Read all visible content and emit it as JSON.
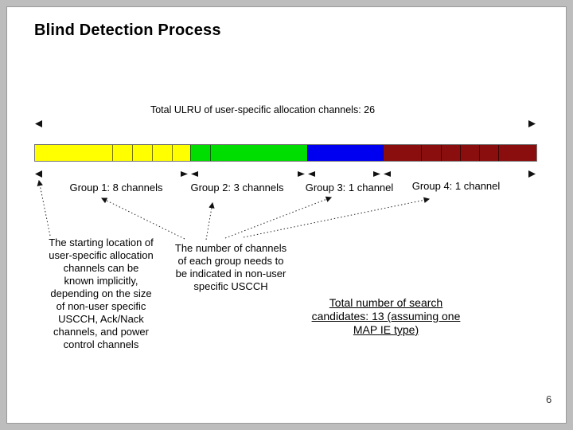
{
  "slide": {
    "title": "Blind Detection Process",
    "page_number": "6"
  },
  "diagram": {
    "total_label": "Total ULRU of user-specific allocation channels: 26",
    "bar": {
      "total_ulru": 26,
      "segments": [
        {
          "group": 1,
          "color": "#FFFF00",
          "width": 97
        },
        {
          "group": 1,
          "color": "#FFFF00",
          "width": 25
        },
        {
          "group": 1,
          "color": "#FFFF00",
          "width": 25
        },
        {
          "group": 1,
          "color": "#FFFF00",
          "width": 25
        },
        {
          "group": 1,
          "color": "#FFFF00",
          "width": 23
        },
        {
          "group": 2,
          "color": "#00DD00",
          "width": 25
        },
        {
          "group": 2,
          "color": "#00DD00",
          "width": 122
        },
        {
          "group": 3,
          "color": "#0000F0",
          "width": 95
        },
        {
          "group": 4,
          "color": "#8B0E0E",
          "width": 48
        },
        {
          "group": 4,
          "color": "#8B0E0E",
          "width": 25
        },
        {
          "group": 4,
          "color": "#8B0E0E",
          "width": 24
        },
        {
          "group": 4,
          "color": "#8B0E0E",
          "width": 24
        },
        {
          "group": 4,
          "color": "#8B0E0E",
          "width": 24
        },
        {
          "group": 4,
          "color": "#8B0E0E",
          "width": 48
        }
      ]
    },
    "groups": [
      {
        "label": "Group 1: 8 channels",
        "channels": 8,
        "color": "#FFFF00"
      },
      {
        "label": "Group 2: 3 channels",
        "channels": 3,
        "color": "#00DD00"
      },
      {
        "label": "Group 3: 1 channel",
        "channels": 1,
        "color": "#0000F0"
      },
      {
        "label": "Group 4: 1 channel",
        "channels": 1,
        "color": "#8B0E0E"
      }
    ],
    "notes": {
      "starting_location_lines": [
        "The starting location of",
        "user-specific allocation",
        "channels can be",
        "known implicitly,",
        "depending on the size",
        "of non-user specific",
        "USCCH, Ack/Nack",
        "channels, and power",
        "control channels"
      ],
      "number_indication_lines": [
        "The number of channels",
        "of each group needs to",
        "be indicated in non-user",
        "specific USCCH"
      ],
      "search_candidates_lines": [
        "Total number of search",
        "candidates: 13 (assuming one",
        "MAP IE type)"
      ]
    }
  }
}
